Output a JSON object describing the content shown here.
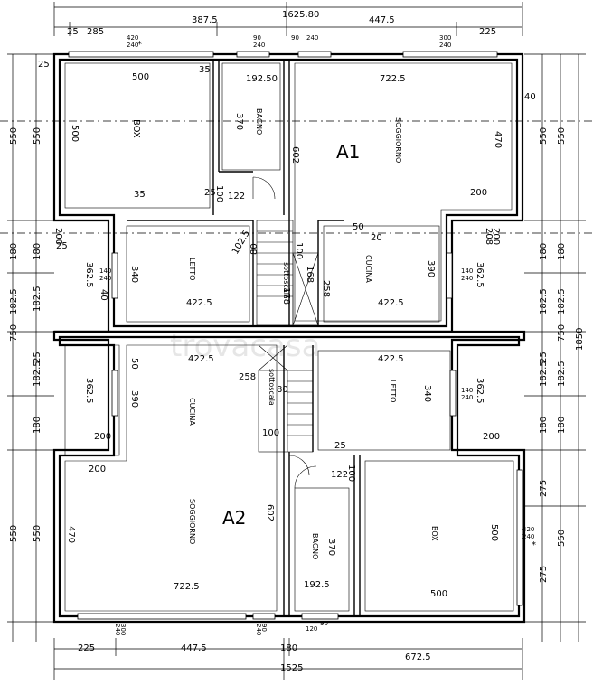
{
  "units": {
    "A1": "A1",
    "A2": "A2"
  },
  "watermark": "trovacasa",
  "rooms": {
    "a1_box": "BOX",
    "a1_bagno": "BAGNO",
    "a1_soggiorno": "SOGGIORNO",
    "a1_letto": "LETTO",
    "a1_cucina": "CUCINA",
    "a1_sottoscala": "sottoscala",
    "a2_cucina": "CUCINA",
    "a2_letto": "LETTO",
    "a2_sottoscala": "sottoscala",
    "a2_soggiorno": "SOGGIORNO",
    "a2_bagno": "BAGNO",
    "a2_box": "BOX"
  },
  "dims": {
    "top_total": "1625.80",
    "top_25": "25",
    "top_285": "285",
    "top_3875": "387.5",
    "top_4475": "447.5",
    "top_225": "225",
    "top_win1": "420",
    "top_win1b": "240",
    "top_win2": "90",
    "top_win2b": "240",
    "top_win3": "90",
    "top_win3b": "240",
    "top_win4": "300",
    "top_win4b": "240",
    "box_500_top": "500",
    "box_500_side": "500",
    "box_35_top": "35",
    "box_35_bot": "35",
    "bagno_1925": "192.50",
    "bagno_370": "370",
    "sog_7225": "722.5",
    "sog_470": "470",
    "sog_602": "602",
    "sog_200": "200",
    "r_40": "40",
    "l_25": "25",
    "small_25": "25",
    "small_122": "122",
    "small_100": "100",
    "small_50": "50",
    "small_20": "20",
    "small_1025": "102.5",
    "small_80": "80",
    "stair_100": "100",
    "stair_168": "168",
    "stair_178": "178",
    "left_200": "200",
    "left_25b": "25",
    "left_3625": "362.5",
    "left_40": "40",
    "letto_340": "340",
    "letto_4225": "422.5",
    "stair_258": "258",
    "cucina_390": "390",
    "cucina_4225": "422.5",
    "right_3625": "362.5",
    "right_200": "200",
    "right_208": "208",
    "win_140a": "140",
    "win_240a": "240",
    "win_140b": "140",
    "win_240b": "240",
    "lside_550": "550",
    "lside_180": "180",
    "lside_1825": "182.5",
    "lside_750": "750",
    "lside_25": "25",
    "lside_1825b": "182.5",
    "lside_180b": "180",
    "lside_550b": "550",
    "rside_550": "550",
    "rside_180": "180",
    "rside_1825": "182.5",
    "rside_750": "750",
    "rside_1850": "1850",
    "rside_25": "25",
    "rside_1825b": "182.5",
    "rside_180b": "180",
    "rside_275": "275",
    "rside_550b": "550",
    "rside_275b": "275",
    "a2_4225": "422.5",
    "a2_50": "50",
    "a2_258": "258",
    "a2_80": "80",
    "a2_100": "100",
    "a2_3625": "362.5",
    "a2_390": "390",
    "a2_200": "200",
    "a2_200b": "200",
    "a2_470": "470",
    "a2_602": "602",
    "a2_7225": "722.5",
    "a2_25": "25",
    "a2_122": "122",
    "a2_100b": "100",
    "a2_370": "370",
    "a2_1925": "192.5",
    "a2_500": "500",
    "a2_500b": "500",
    "a2_letto_4225": "422.5",
    "a2_letto_340": "340",
    "a2_r3625": "362.5",
    "a2_r200": "200",
    "a2_win140": "140",
    "a2_win240": "240",
    "a2_win420": "420",
    "a2_win240b": "240",
    "a2_winw": "*",
    "bot_225": "225",
    "bot_4475": "447.5",
    "bot_180": "180",
    "bot_1525": "1525",
    "bot_6725": "672.5",
    "bot_win300": "300",
    "bot_win240": "240",
    "bot_win90": "90",
    "bot_win240b": "240",
    "bot_win120": "120",
    "bot_win90b": "90",
    "top_star": "*"
  }
}
